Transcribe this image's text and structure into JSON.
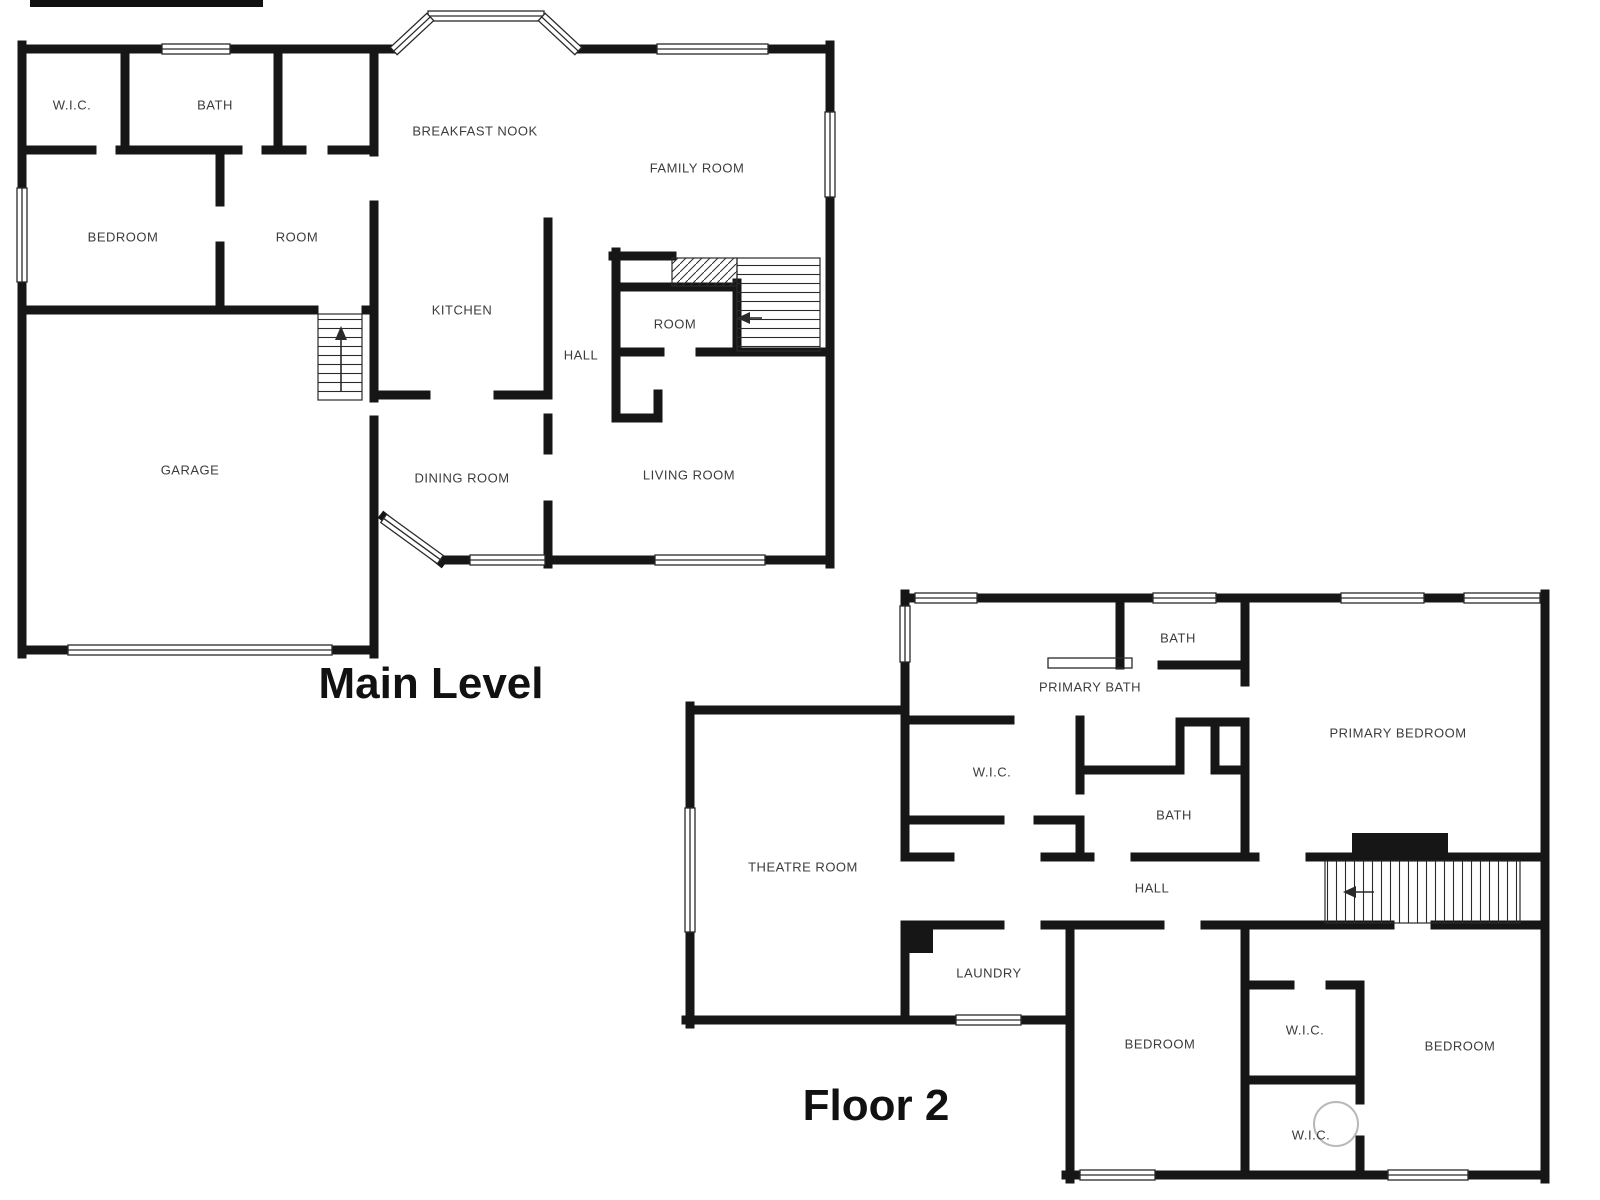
{
  "colors": {
    "wall": "#161616",
    "room_label": "#3c3c3c",
    "title": "#111111",
    "background": "#ffffff"
  },
  "levels": {
    "main": {
      "title": "Main Level",
      "rooms": {
        "wic": "W.I.C.",
        "bath": "BATH",
        "breakfast_nook": "BREAKFAST NOOK",
        "family_room": "FAMILY ROOM",
        "bedroom": "BEDROOM",
        "room_left": "ROOM",
        "kitchen": "KITCHEN",
        "room_small": "ROOM",
        "hall": "HALL",
        "garage": "GARAGE",
        "dining_room": "DINING ROOM",
        "living_room": "LIVING ROOM"
      }
    },
    "floor2": {
      "title": "Floor 2",
      "rooms": {
        "bath_upper": "BATH",
        "primary_bath": "PRIMARY BATH",
        "primary_bedroom": "PRIMARY BEDROOM",
        "wic_upper": "W.I.C.",
        "bath_center": "BATH",
        "theatre_room": "THEATRE ROOM",
        "hall": "HALL",
        "laundry": "LAUNDRY",
        "bedroom_left": "BEDROOM",
        "wic_center": "W.I.C.",
        "bedroom_right": "BEDROOM",
        "wic_lower": "W.I.C."
      }
    }
  }
}
